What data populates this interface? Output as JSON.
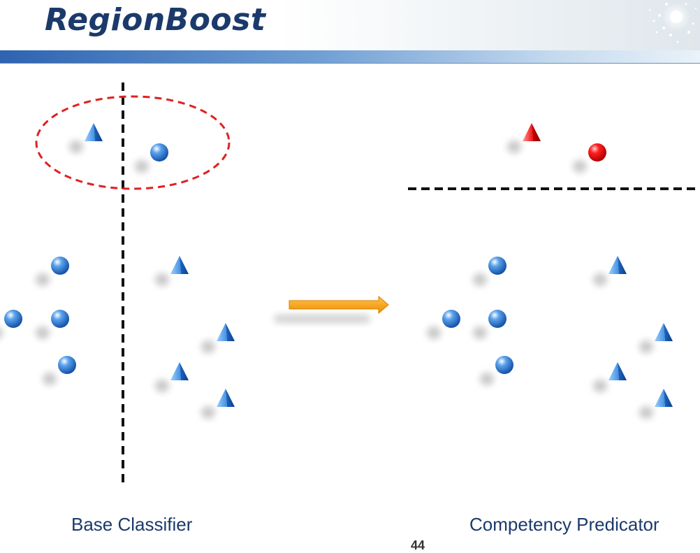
{
  "slide": {
    "title": "RegionBoost",
    "left_caption": "Base Classifier",
    "right_caption": "Competency Predicator",
    "page_number": "44"
  },
  "colors": {
    "title": "#1b3a6b",
    "blue_marker": "#2f7fd6",
    "red_marker": "#e60000",
    "arrow": "#f5a01a",
    "ellipse": "#e02020",
    "divider": "#111111"
  },
  "icons": {
    "circle": "sphere-icon",
    "triangle": "cone-icon",
    "arrow": "right-arrow-icon"
  }
}
